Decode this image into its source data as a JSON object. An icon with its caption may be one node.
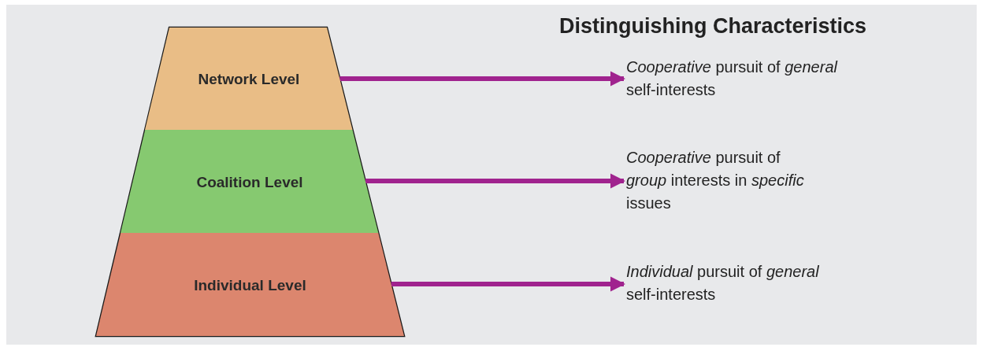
{
  "diagram": {
    "title": "Distinguishing Characteristics",
    "nodes": [
      {
        "text": [
          "Network Level"
        ]
      },
      {
        "text": [
          "Coalition Level"
        ]
      },
      {
        "text": [
          "Individual Level"
        ]
      },
      {
        "text": [
          "*Cooperative* pursuit of *general* self-interests"
        ]
      },
      {
        "text": [
          "*Cooperative* pursuit of *group* interests in *specific* issues"
        ]
      },
      {
        "text": [
          "*Individual* pursuit of *general* self-interests"
        ]
      }
    ],
    "edges": [
      {
        "from": 0,
        "to": 3,
        "arrow": "to"
      },
      {
        "from": 1,
        "to": 4,
        "arrow": "to"
      },
      {
        "from": 2,
        "to": 5,
        "arrow": "to"
      }
    ]
  }
}
